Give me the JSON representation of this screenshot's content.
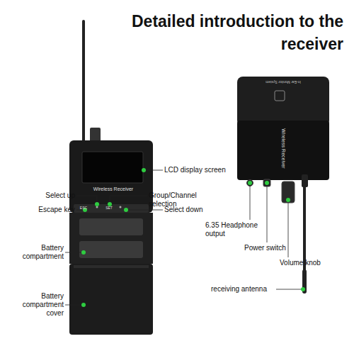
{
  "diagram": {
    "title": "Detailed introduction to the receiver",
    "labels": [
      "LCD display screen",
      "Select up",
      "Group/Channel selection",
      "Escape key",
      "Select down",
      "Battery compartment",
      "Battery compartment cover",
      "6.35 Headphone output",
      "Power switch",
      "Volume knob",
      "receiving antenna",
      "Wireless Receiver",
      "ESC",
      "SET",
      "In-Ear Monitor System",
      "Wireless Receiver"
    ]
  }
}
